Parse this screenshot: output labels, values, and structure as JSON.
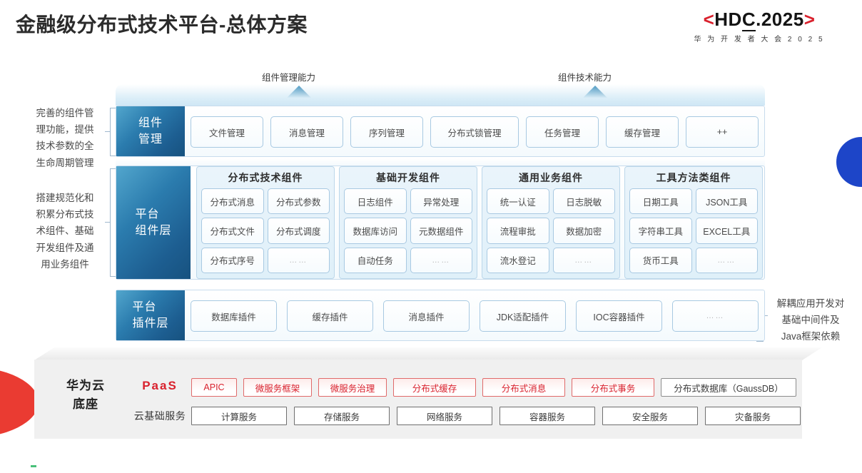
{
  "header": {
    "title": "金融级分布式技术平台-总体方案",
    "logo_bracket_left": "<",
    "logo_text_a": "HD",
    "logo_text_b": "C",
    "logo_text_c": ".2025",
    "logo_bracket_right": ">",
    "logo_subtitle": "华 为 开 发 者 大 会 2 0 2 5"
  },
  "arrows": [
    {
      "label": "组件管理能力"
    },
    {
      "label": "组件技术能力"
    }
  ],
  "annotations": {
    "left_top": "完善的组件管\n理功能，提供\n技术参数的全\n生命周期管理",
    "left_bottom": "搭建规范化和\n积累分布式技\n术组件、基础\n开发组件及通\n用业务组件",
    "right": "解耦应用开发对\n基础中间件及\nJava框架依赖"
  },
  "component_management": {
    "side_label": "组件\n管理",
    "items": [
      "文件管理",
      "消息管理",
      "序列管理",
      "分布式锁管理",
      "任务管理",
      "缓存管理",
      "++"
    ]
  },
  "platform_component_layer": {
    "side_label": "平台\n组件层",
    "groups": [
      {
        "title": "分布式技术组件",
        "items": [
          "分布式消息",
          "分布式参数",
          "分布式文件",
          "分布式调度",
          "分布式序号",
          "……"
        ]
      },
      {
        "title": "基础开发组件",
        "items": [
          "日志组件",
          "异常处理",
          "数据库访问",
          "元数据组件",
          "自动任务",
          "……"
        ]
      },
      {
        "title": "通用业务组件",
        "items": [
          "统一认证",
          "日志脱敏",
          "流程审批",
          "数据加密",
          "流水登记",
          "……"
        ]
      },
      {
        "title": "工具方法类组件",
        "items": [
          "日期工具",
          "JSON工具",
          "字符串工具",
          "EXCEL工具",
          "货币工具",
          "……"
        ]
      }
    ]
  },
  "platform_plugin_layer": {
    "side_label": "平台\n插件层",
    "items": [
      "数据库插件",
      "缓存插件",
      "消息插件",
      "JDK适配插件",
      "IOC容器插件",
      "……"
    ]
  },
  "huawei_cloud_base": {
    "label": "华为云\n底座",
    "paas_label": "PaaS",
    "cloud_label": "云基础服务",
    "paas_items": [
      {
        "text": "APIC",
        "style": "red"
      },
      {
        "text": "微服务框架",
        "style": "red"
      },
      {
        "text": "微服务治理",
        "style": "red"
      },
      {
        "text": "分布式缓存",
        "style": "red"
      },
      {
        "text": "分布式消息",
        "style": "red"
      },
      {
        "text": "分布式事务",
        "style": "red"
      },
      {
        "text": "分布式数据库（GaussDB）",
        "style": "neutral"
      }
    ],
    "cloud_items": [
      "计算服务",
      "存储服务",
      "网络服务",
      "容器服务",
      "安全服务",
      "灾备服务"
    ]
  },
  "colors": {
    "brand_red": "#d9212d",
    "brand_blue": "#1d5e91",
    "accent_blue": "#1d45c8",
    "panel_bg": "#f0f0f0"
  }
}
